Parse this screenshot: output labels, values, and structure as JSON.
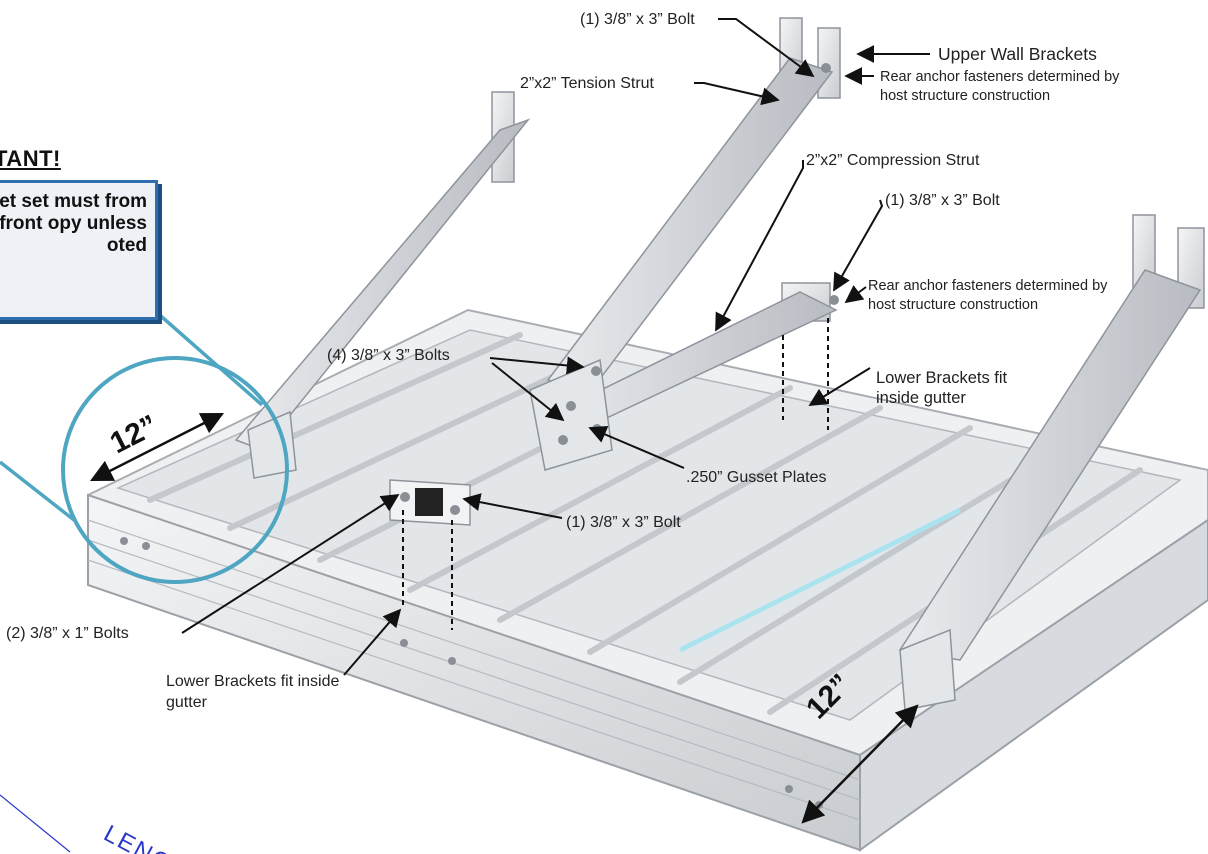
{
  "important": {
    "title": "TANT!",
    "note": "et set must from front opy unless oted"
  },
  "labels": {
    "bolt_top": "(1) 3/8” x 3” Bolt",
    "upper_wall_brackets": "Upper Wall Brackets",
    "rear_anchor_top": "Rear anchor fasteners determined by host structure construction",
    "tension_strut": "2”x2” Tension Strut",
    "compression_strut": "2”x2” Compression Strut",
    "bolt_mid": "(1) 3/8” x 3” Bolt",
    "rear_anchor_mid": "Rear anchor fasteners determined by host structure construction",
    "bolts_four": "(4) 3/8” x 3” Bolts",
    "lower_brackets_right": "Lower Brackets fit inside gutter",
    "gusset_plates": ".250” Gusset Plates",
    "bolt_low": "(1) 3/8” x 3” Bolt",
    "bolts_two": "(2) 3/8” x 1” Bolts",
    "lower_brackets_left": "Lower Brackets fit inside gutter"
  },
  "dimensions": {
    "left": "12”",
    "right": "12”"
  },
  "watermark": "LENG",
  "colors": {
    "accent": "#2f6fb0",
    "circle": "#4fa6c2",
    "watermark": "#2b38c8"
  }
}
